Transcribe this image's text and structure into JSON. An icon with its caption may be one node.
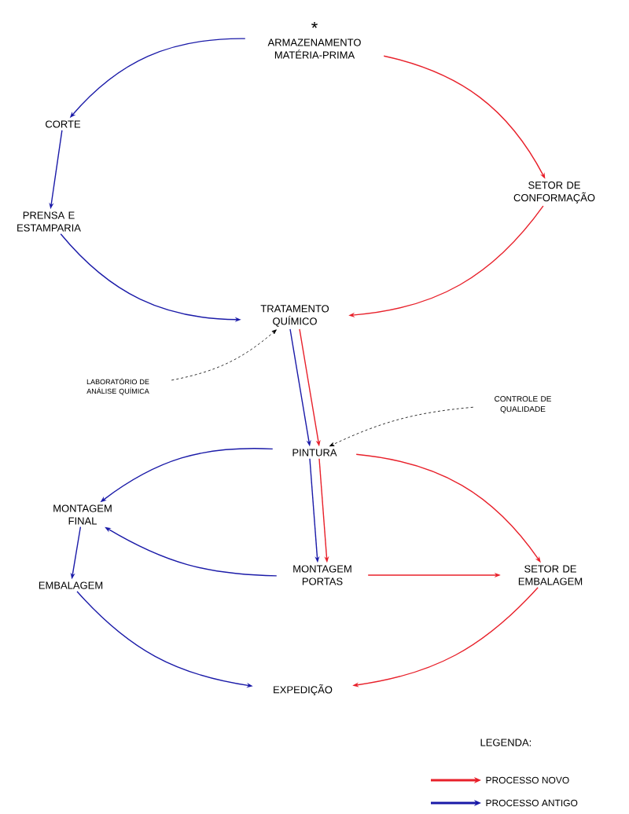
{
  "diagram": {
    "nodes": [
      {
        "text": [
          "ARMAZENAMENTO MATÉRIA-PRIMA"
        ],
        "beside": [
          "*"
        ]
      },
      {
        "text": [
          "CORTE"
        ]
      },
      {
        "text": [
          "PRENSA E ESTAMPARIA"
        ]
      },
      {
        "text": [
          "SETOR DE CONFORMAÇÃO"
        ]
      },
      {
        "text": [
          "TRATAMENTO QUÍMICO"
        ]
      },
      {
        "text": [
          "LABORATÓRIO DE ANÁLISE QUÍMICA"
        ]
      },
      {
        "text": [
          "CONTROLE DE QUALIDADE"
        ]
      },
      {
        "text": [
          "PINTURA"
        ]
      },
      {
        "text": [
          "MONTAGEM FINAL"
        ]
      },
      {
        "text": [
          "EMBALAGEM"
        ]
      },
      {
        "text": [
          "MONTAGEM PORTAS"
        ]
      },
      {
        "text": [
          "SETOR DE EMBALAGEM"
        ]
      },
      {
        "text": [
          "EXPEDIÇÃO"
        ]
      }
    ],
    "edges": [
      {
        "from": 0,
        "to": 1,
        "arrow": "to",
        "color": "#1a1aa8"
      },
      {
        "from": 1,
        "to": 2,
        "arrow": "to",
        "color": "#1a1aa8"
      },
      {
        "from": 2,
        "to": 4,
        "arrow": "to",
        "color": "#1a1aa8"
      },
      {
        "from": 0,
        "to": 3,
        "arrow": "to",
        "color": "#e8202a"
      },
      {
        "from": 3,
        "to": 4,
        "arrow": "to",
        "color": "#e8202a"
      },
      {
        "from": 5,
        "to": 4,
        "arrow": "to",
        "style": "dashed",
        "color": "#000000"
      },
      {
        "from": 4,
        "to": 7,
        "arrow": "to",
        "color": "#1a1aa8"
      },
      {
        "from": 4,
        "to": 7,
        "arrow": "to",
        "color": "#e8202a"
      },
      {
        "from": 6,
        "to": 7,
        "arrow": "to",
        "style": "dashed",
        "color": "#000000"
      },
      {
        "from": 7,
        "to": 8,
        "arrow": "to",
        "color": "#1a1aa8"
      },
      {
        "from": 7,
        "to": 10,
        "arrow": "to",
        "color": "#1a1aa8"
      },
      {
        "from": 7,
        "to": 10,
        "arrow": "to",
        "color": "#e8202a"
      },
      {
        "from": 7,
        "to": 11,
        "arrow": "to",
        "color": "#e8202a"
      },
      {
        "from": 10,
        "to": 8,
        "arrow": "to",
        "color": "#1a1aa8"
      },
      {
        "from": 10,
        "to": 11,
        "arrow": "to",
        "color": "#e8202a"
      },
      {
        "from": 8,
        "to": 9,
        "arrow": "to",
        "color": "#1a1aa8"
      },
      {
        "from": 9,
        "to": 12,
        "arrow": "to",
        "color": "#1a1aa8"
      },
      {
        "from": 11,
        "to": 12,
        "arrow": "to",
        "color": "#e8202a"
      }
    ],
    "labels": [
      "LEGENDA:"
    ],
    "legend": [
      {
        "text": "PROCESSO NOVO",
        "color": "#e8202a"
      },
      {
        "text": "PROCESSO ANTIGO",
        "color": "#1a1aa8"
      }
    ]
  }
}
